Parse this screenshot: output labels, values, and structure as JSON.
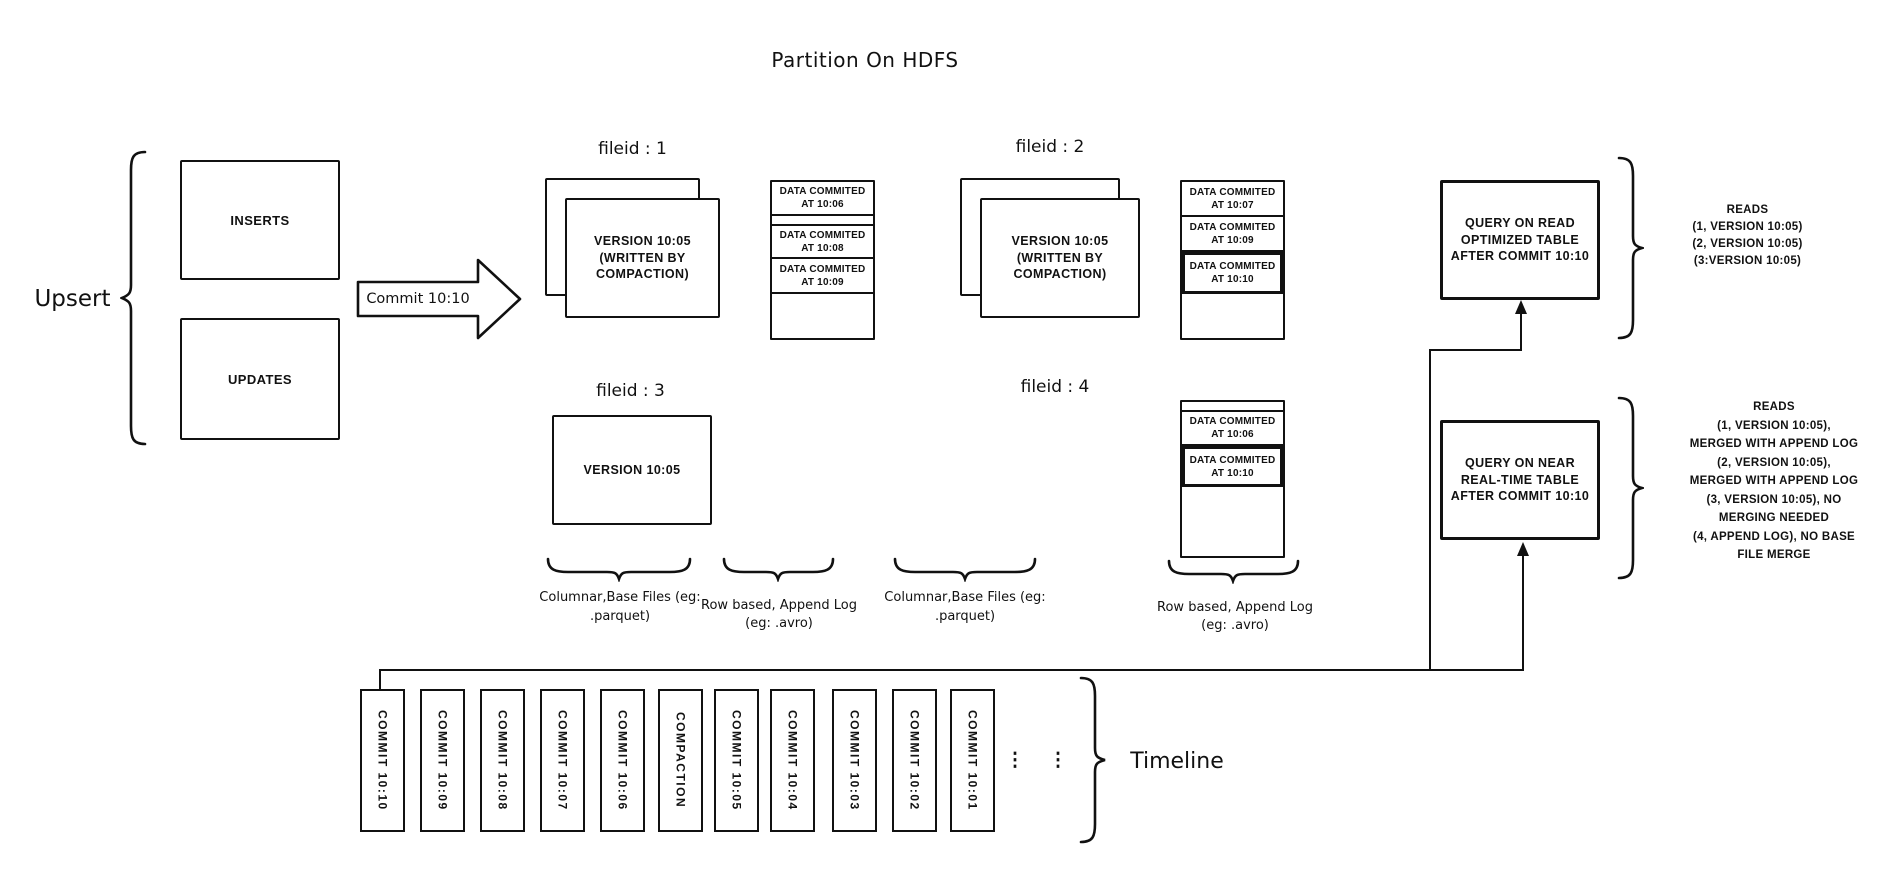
{
  "title": "Partition On HDFS",
  "ink_color": "#111111",
  "upsert": {
    "label": "Upsert",
    "inserts": "INSERTS",
    "updates": "UPDATES"
  },
  "commit_arrow": {
    "label": "Commit 10:10"
  },
  "file_groups": {
    "f1": {
      "label": "fileid : 1",
      "base": "VERSION 10:05 (WRITTEN BY COMPACTION)",
      "log": [
        "DATA COMMITED AT 10:06",
        "DATA COMMITED AT 10:08",
        "DATA COMMITED AT 10:09"
      ]
    },
    "f2": {
      "label": "fileid : 2",
      "base": "VERSION 10:05 (WRITTEN BY COMPACTION)",
      "log": [
        "DATA COMMITED AT 10:07",
        "DATA COMMITED AT 10:09",
        "DATA COMMITED AT 10:10"
      ]
    },
    "f3": {
      "label": "fileid : 3",
      "base": "VERSION 10:05"
    },
    "f4": {
      "label": "fileid : 4",
      "log": [
        "DATA COMMITED AT 10:06",
        "DATA COMMITED AT 10:10"
      ]
    }
  },
  "storage_labels": {
    "columnar1": "Columnar,Base Files (eg: .parquet)",
    "row1": "Row based, Append Log  (eg: .avro)",
    "columnar2": "Columnar,Base Files (eg: .parquet)",
    "row2": "Row based, Append Log  (eg: .avro)"
  },
  "queries": {
    "read_optimized": {
      "box": "QUERY ON READ OPTIMIZED TABLE AFTER COMMIT 10:10",
      "reads": [
        "READS",
        "(1, VERSION 10:05)",
        "(2, VERSION 10:05)",
        "(3:VERSION 10:05)"
      ]
    },
    "near_real_time": {
      "box": "QUERY ON NEAR REAL-TIME TABLE AFTER COMMIT 10:10",
      "reads": [
        "READS",
        "(1, VERSION 10:05),",
        "MERGED WITH APPEND LOG",
        "(2, VERSION 10:05),",
        "MERGED WITH APPEND LOG",
        "(3, VERSION 10:05), NO",
        "MERGING NEEDED",
        "(4, APPEND LOG), NO BASE",
        "FILE MERGE"
      ]
    }
  },
  "timeline": {
    "label": "Timeline",
    "dots": "⋮",
    "items": [
      "COMMIT  10:10",
      "COMMIT  10:09",
      "COMMIT  10:08",
      "COMMIT  10:07",
      "COMMIT  10:06",
      "COMPACTION",
      "COMMIT  10:05",
      "COMMIT  10:04",
      "COMMIT  10:03",
      "COMMIT  10:02",
      "COMMIT  10:01"
    ]
  }
}
